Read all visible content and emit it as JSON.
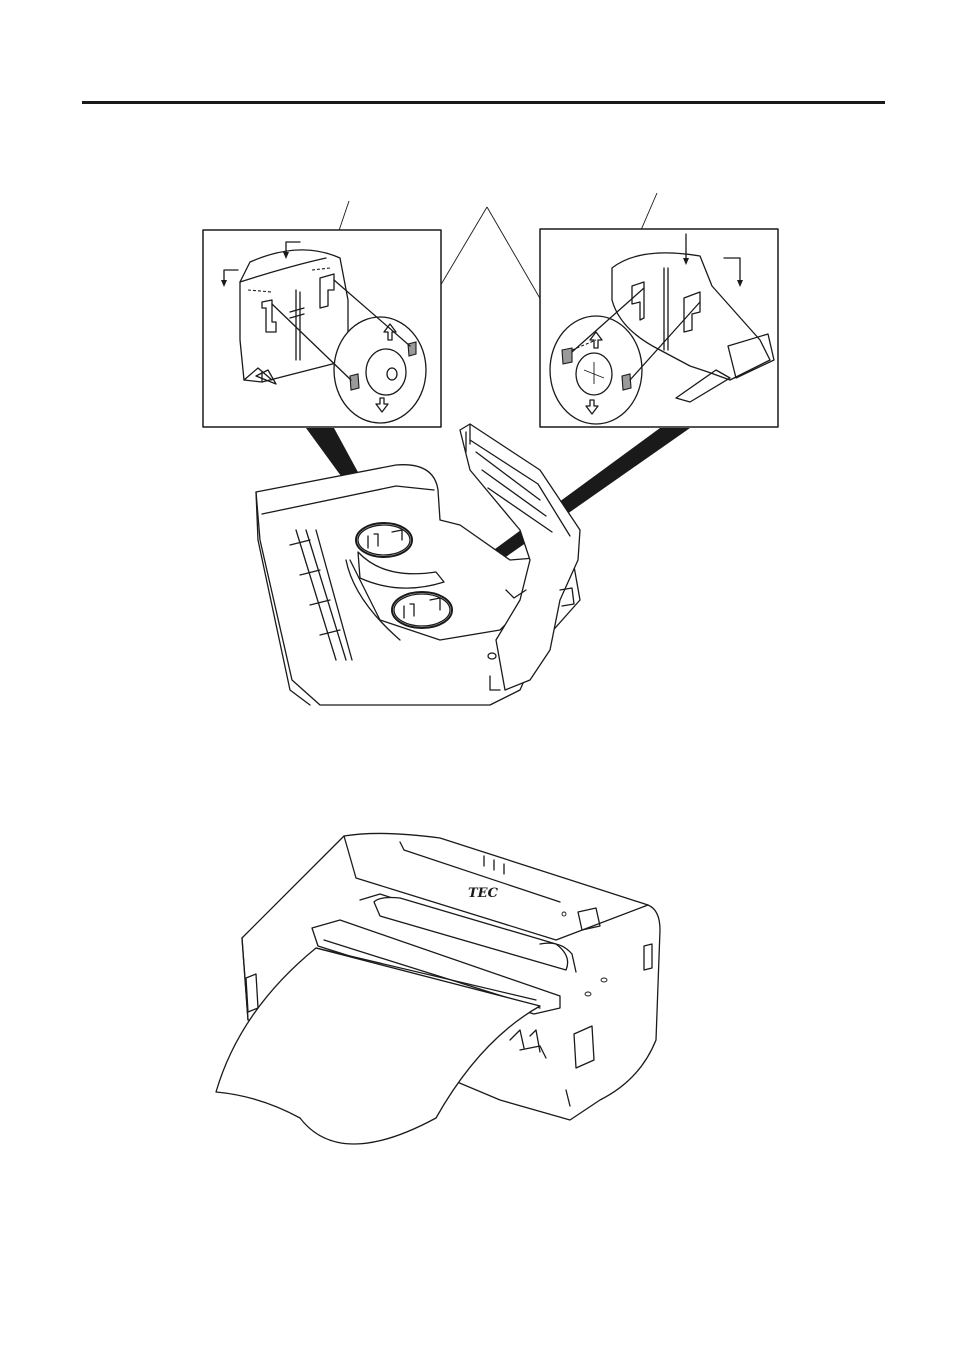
{
  "page": {
    "brand_label": "TEC"
  },
  "figures": [
    {
      "id": "figure-ribbon-spool-install",
      "has_caption": false
    },
    {
      "id": "figure-printer-paper-feed",
      "has_caption": false
    }
  ]
}
